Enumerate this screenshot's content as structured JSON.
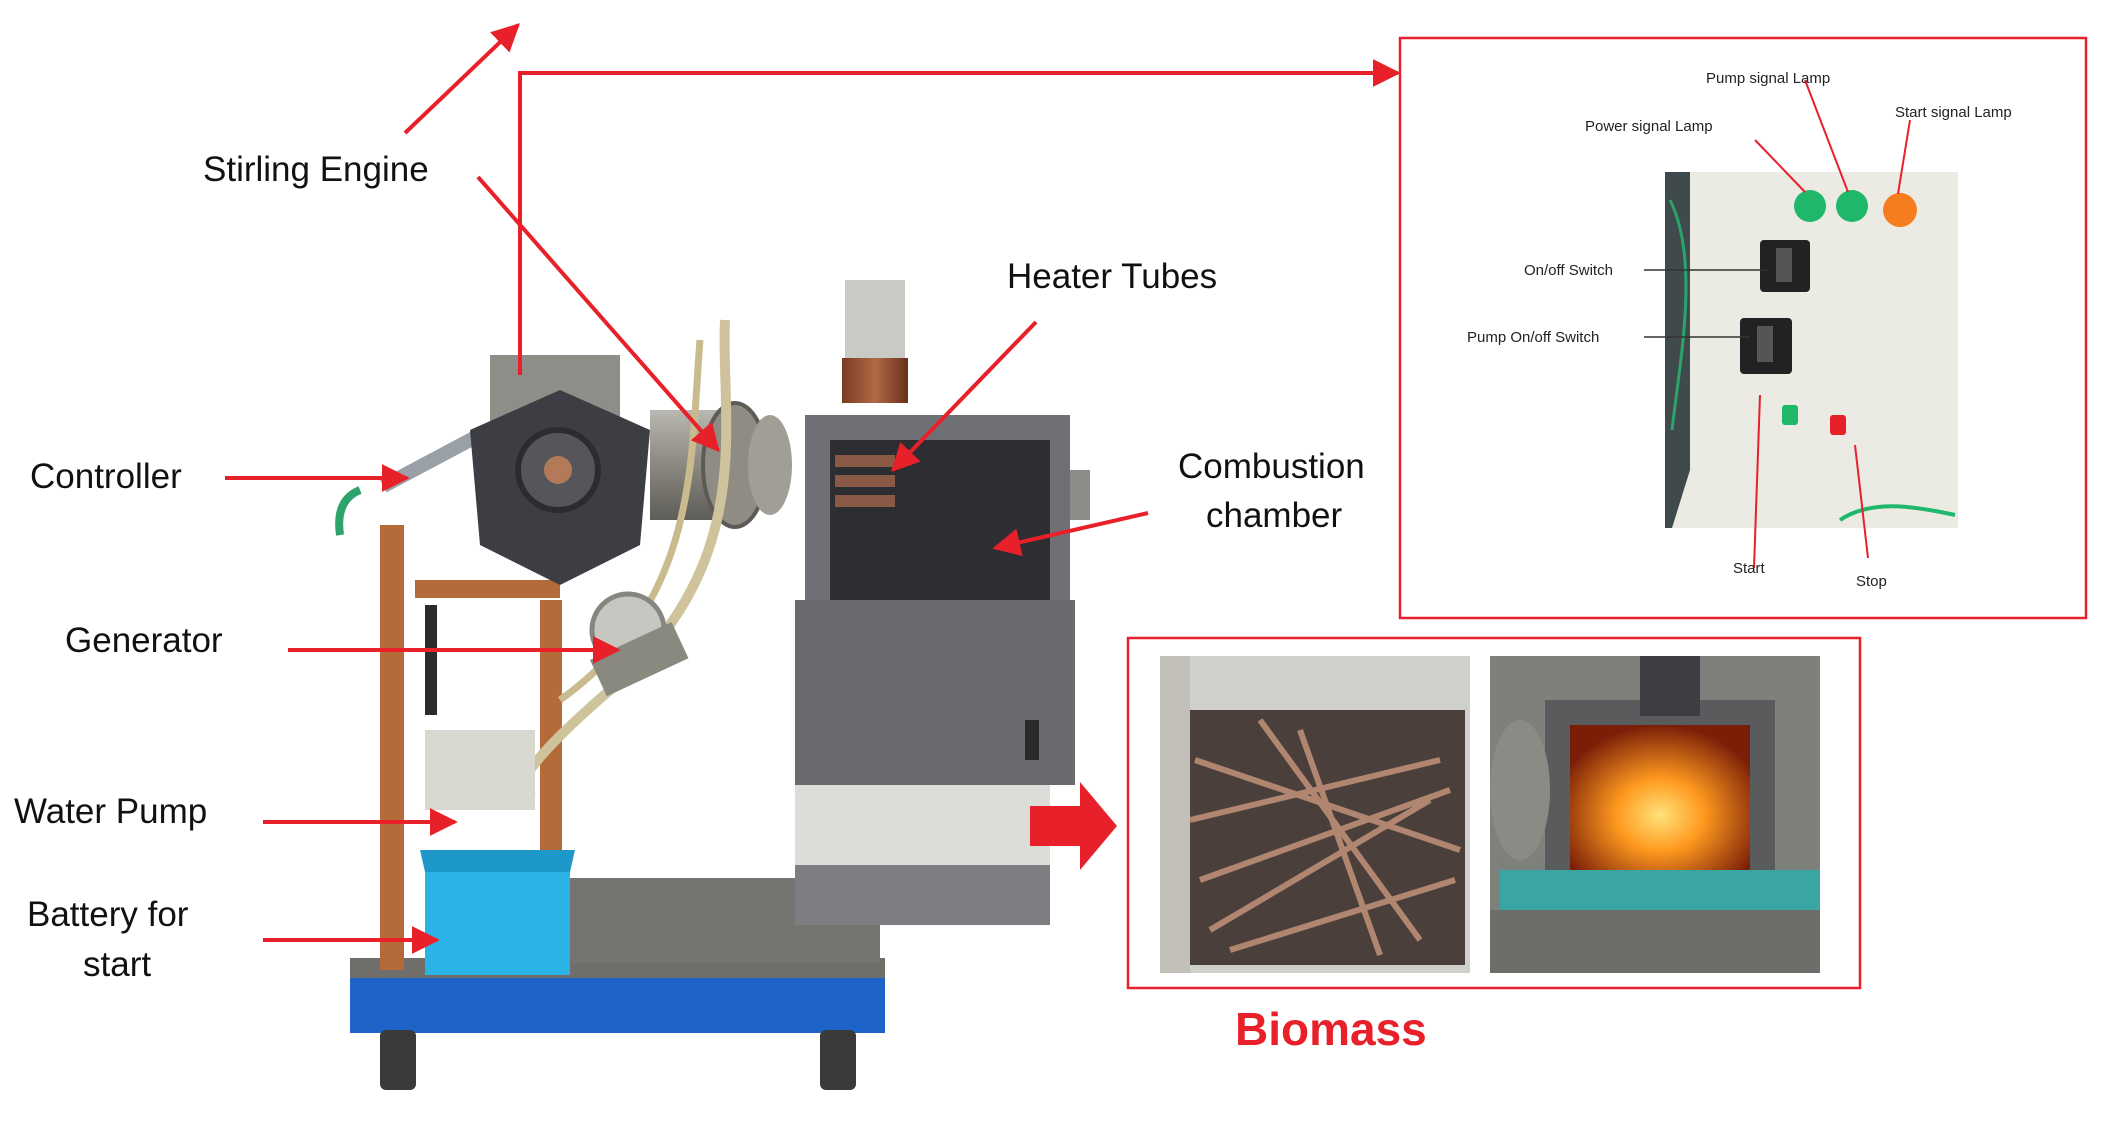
{
  "labels": {
    "stirling_engine": "Stirling Engine",
    "heater_tubes": "Heater Tubes",
    "combustion_line1": "Combustion",
    "combustion_line2": "chamber",
    "controller": "Controller",
    "generator": "Generator",
    "water_pump": "Water Pump",
    "battery_line1": "Battery for",
    "battery_line2": "start",
    "biomass": "Biomass"
  },
  "panel_labels": {
    "pump_signal_lamp": "Pump signal Lamp",
    "power_signal_lamp": "Power signal Lamp",
    "start_signal_lamp": "Start signal Lamp",
    "on_off_switch": "On/off Switch",
    "pump_on_off_switch": "Pump On/off Switch",
    "start": "Start",
    "stop": "Stop"
  },
  "colors": {
    "arrow_red": "#e8202a",
    "frame_red": "#e8202a",
    "cart_blue": "#1e63c8",
    "battery_blue": "#2bb3e6",
    "steel_grey": "#6e7076",
    "panel_cream": "#ecebe3",
    "lamp_green": "#1fb86a",
    "lamp_orange": "#f57d1f"
  }
}
